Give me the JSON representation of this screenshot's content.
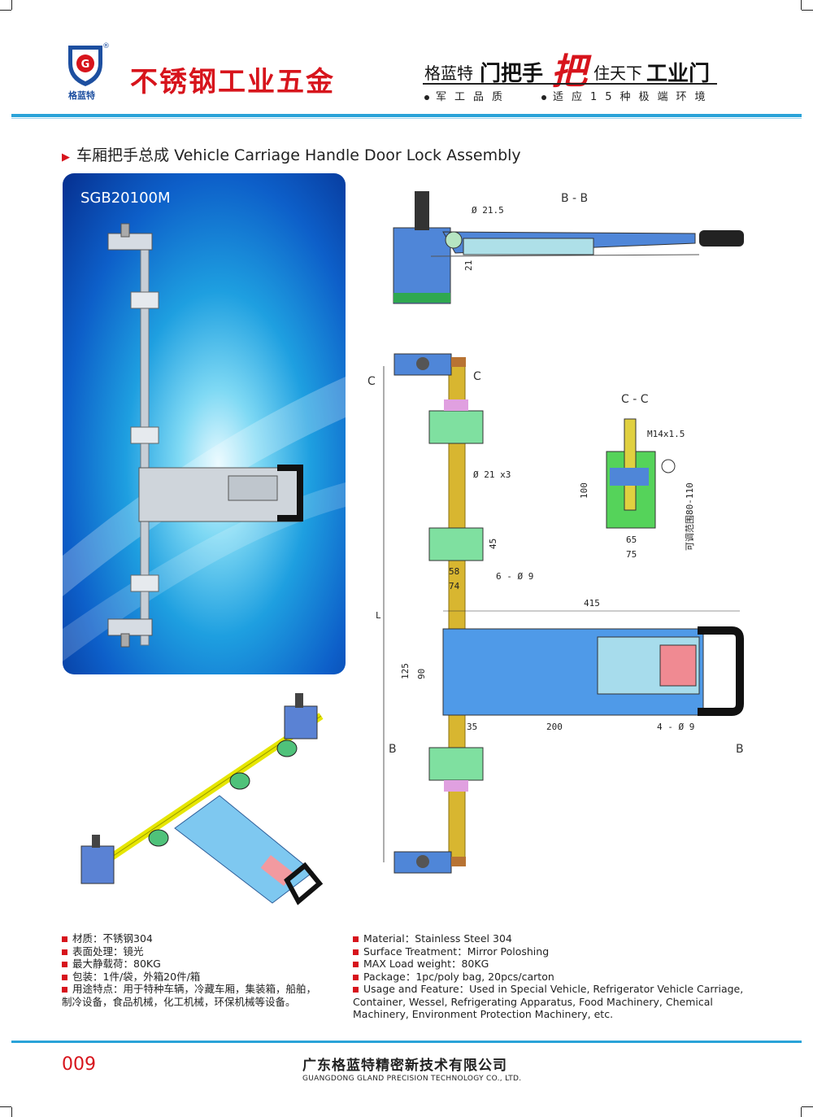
{
  "header": {
    "logo_text": "格蓝特",
    "brand_cn": "不锈钢工业五金",
    "slogan": {
      "a": "格蓝特",
      "b": "门把手",
      "char": "把",
      "c": "住天下",
      "d": "工业门"
    },
    "tags": [
      "军工品质",
      "适应15种极端环境"
    ]
  },
  "title": {
    "cn": "车厢把手总成",
    "en": "Vehicle Carriage Handle Door Lock Assembly"
  },
  "model_code": "SGB20100M",
  "drawing": {
    "section_bb": "B - B",
    "section_cc": "C - C",
    "label_c": "C",
    "label_b": "B",
    "label_l": "L",
    "dims": {
      "d215": "Ø 21.5",
      "d21": "21",
      "d21x3": "Ø 21 x3",
      "d45": "45",
      "d58": "58",
      "d74": "74",
      "d6x9": "6 - Ø 9",
      "d415": "415",
      "d125": "125",
      "d90": "90",
      "d35": "35",
      "d200": "200",
      "d4x9": "4 - Ø 9",
      "m14": "M14x1.5",
      "d100": "100",
      "d65": "65",
      "d75": "75",
      "adj": "可调范围80-110"
    }
  },
  "specs_cn": [
    "材质：不锈钢304",
    "表面处理：镜光",
    "最大静载荷：80KG",
    "包装：1件/袋，外箱20件/箱",
    "用途特点：用于特种车辆，冷藏车厢，集装箱，船舶，",
    "制冷设备，食品机械，化工机械，环保机械等设备。"
  ],
  "specs_en": [
    "Material：Stainless Steel 304",
    "Surface Treatment：Mirror Poloshing",
    "MAX Load weight：80KG",
    "Package：1pc/poly bag,  20pcs/carton",
    "Usage and Feature：Used in Special Vehicle, Refrigerator Vehicle Carriage,",
    "Container, Wessel, Refrigerating Apparatus, Food Machinery, Chemical",
    "Machinery, Environment Protection Machinery, etc."
  ],
  "footer": {
    "page_number": "009",
    "company_cn": "广东格蓝特精密新技术有限公司",
    "company_en": "GUANGDONG GLAND PRECISION TECHNOLOGY CO., LTD."
  },
  "colors": {
    "accent_red": "#d7141c",
    "rule_blue": "#2aa3d8",
    "brand_blue": "#1d4fa0"
  }
}
